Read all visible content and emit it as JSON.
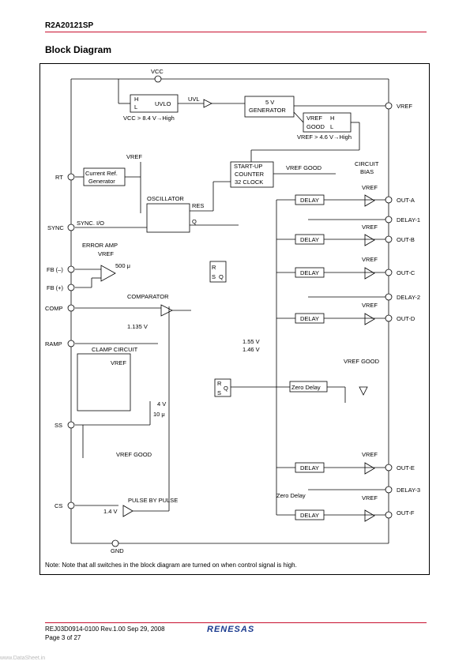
{
  "header": {
    "part_number": "R2A20121SP"
  },
  "section_title": "Block Diagram",
  "diagram": {
    "supply": "VCC",
    "ground": "GND",
    "uvlo": {
      "label": "UVLO",
      "hyst_h": "H",
      "hyst_l": "L",
      "note": "VCC > 8.4 V→High",
      "signal": "UVL"
    },
    "generator": {
      "line1": "5 V",
      "line2": "GENERATOR"
    },
    "vref_pin": "VREF",
    "vref_good": {
      "line1": "VREF",
      "line2": "GOOD",
      "h": "H",
      "l": "L",
      "note": "VREF > 4.6 V→High"
    },
    "circuit_bias": {
      "line1": "CIRCUIT",
      "line2": "BIAS"
    },
    "startup": {
      "line1": "START-UP",
      "line2": "COUNTER",
      "line3": "32 CLOCK"
    },
    "vref_good_label": "VREF GOOD",
    "current_ref": {
      "line1": "Current Ref.",
      "line2": "Generator"
    },
    "vref_label": "VREF",
    "oscillator": "OSCILLATOR",
    "res": "RES",
    "q": "Q",
    "sync_io": "SYNC. I/O",
    "error_amp": "ERROR AMP",
    "isink": "500 μ",
    "comparator": "COMPARATOR",
    "v1135": "1.135 V",
    "clamp": "CLAMP CIRCUIT",
    "v155": "1.55 V",
    "v146": "1.46 V",
    "zero_delay": "Zero Delay",
    "zero_delay_label": "Zero Delay",
    "v4": "4 V",
    "i10": "10 μ",
    "pulse_by_pulse": "PULSE BY PULSE",
    "v14": "1.4 V",
    "delay_block": "DELAY",
    "rs": {
      "r": "R",
      "s": "S",
      "q": "Q"
    },
    "pins_left": [
      "RT",
      "SYNC",
      "FB (–)",
      "FB (+)",
      "COMP",
      "RAMP",
      "SS",
      "CS"
    ],
    "pins_right": [
      "VREF",
      "OUT-A",
      "DELAY-1",
      "OUT-B",
      "OUT-C",
      "DELAY-2",
      "OUT-D",
      "OUT-E",
      "DELAY-3",
      "OUT-F"
    ]
  },
  "note": "Note: Note that all switches in the block diagram are turned on when control signal is high.",
  "footer": {
    "doc": "REJ03D0914-0100  Rev.1.00  Sep 29, 2008",
    "page": "Page 3 of 27",
    "brand": "RENESAS"
  },
  "watermark": "www.DataSheet.in"
}
